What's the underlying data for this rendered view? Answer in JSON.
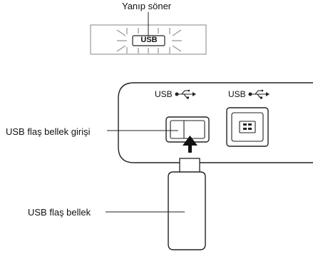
{
  "labels": {
    "blinking": "Yanıp söner",
    "display_text": "USB",
    "flash_port": "USB flaş bellek girişi",
    "flash_drive": "USB flaş bellek",
    "port_type_a": "USB",
    "port_type_b": "USB"
  },
  "icons": {
    "usb_symbol": "usb-trident-icon",
    "insert_arrow": "arrow-up-icon"
  },
  "colors": {
    "line": "#222222",
    "display_frame": "#9a9a9a",
    "background": "#ffffff"
  }
}
